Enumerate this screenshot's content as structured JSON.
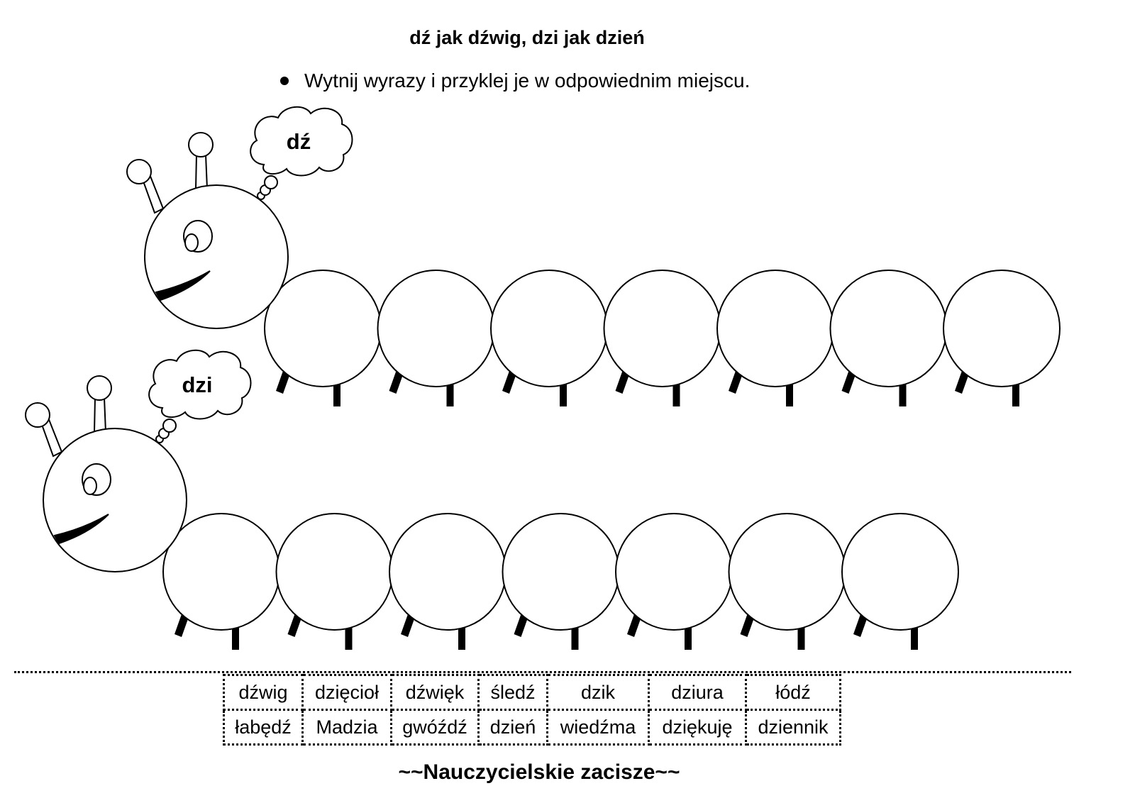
{
  "title": "dź jak dźwig, dzi jak dzień",
  "instruction": "Wytnij wyrazy i przyklej je w odpowiednim miejscu.",
  "caterpillars": [
    {
      "thought": "dź",
      "segments": 7
    },
    {
      "thought": "dzi",
      "segments": 7
    }
  ],
  "words": [
    [
      "dźwig",
      "dzięcioł",
      "dźwięk",
      "śledź",
      "dzik",
      "dziura",
      "łódź"
    ],
    [
      "łabędź",
      "Madzia",
      "gwóźdź",
      "dzień",
      "wiedźma",
      "dziękuję",
      "dziennik"
    ]
  ],
  "footer": "~~Nauczycielskie zacisze~~"
}
